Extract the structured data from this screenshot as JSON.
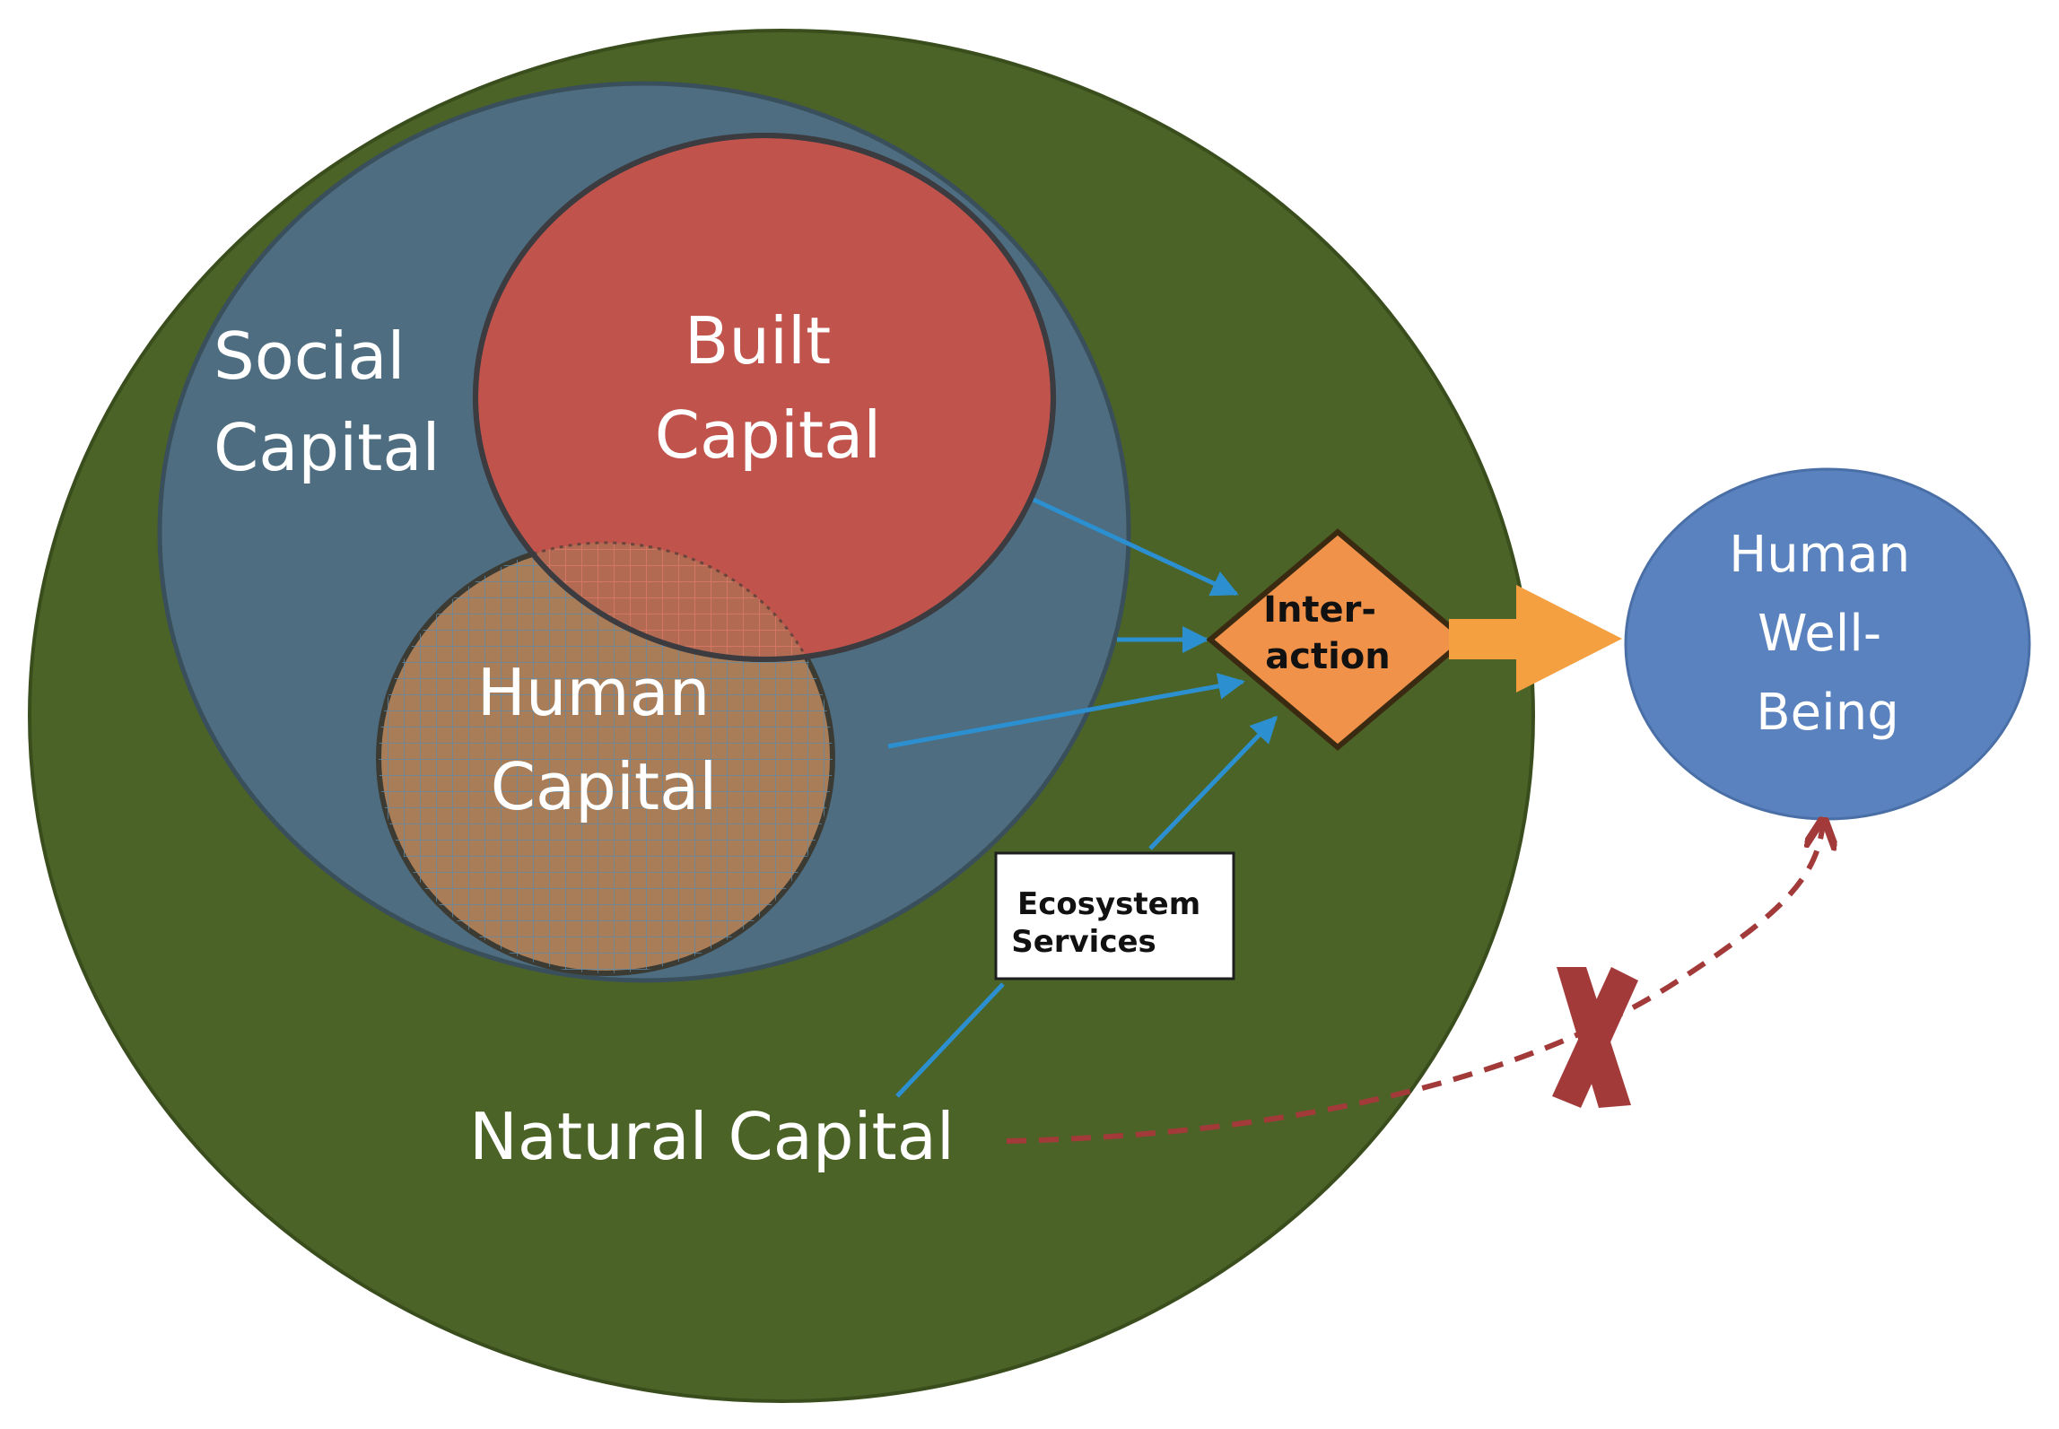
{
  "labels": {
    "social_capital": [
      "Social",
      "Capital"
    ],
    "built_capital": [
      "Built",
      "Capital"
    ],
    "human_capital": [
      "Human",
      "Capital"
    ],
    "natural_capital": "Natural Capital",
    "interaction": [
      "Inter-",
      "action"
    ],
    "ecosystem_services": [
      "Ecosystem",
      "Services"
    ],
    "human_well_being": [
      "Human",
      "Well-",
      "Being"
    ]
  },
  "colors": {
    "natural_capital": "#4b6326",
    "social_capital": "#4e6d80",
    "built_capital": "#c0544d",
    "human_capital": "#a87d57",
    "interaction": "#f0924a",
    "output_arrow": "#f4a040",
    "human_well_being": "#5982bf",
    "connector": "#2b8fd0",
    "blocked_link": "#a33a3a"
  }
}
